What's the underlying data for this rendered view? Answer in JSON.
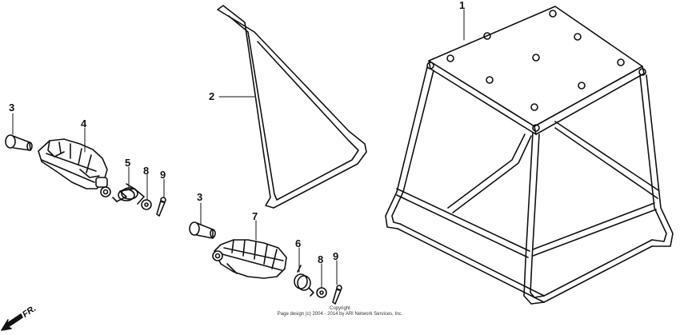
{
  "callouts": [
    {
      "id": "1",
      "label": "1"
    },
    {
      "id": "2",
      "label": "2"
    },
    {
      "id": "3a",
      "label": "3"
    },
    {
      "id": "4",
      "label": "4"
    },
    {
      "id": "5",
      "label": "5"
    },
    {
      "id": "8a",
      "label": "8"
    },
    {
      "id": "9a",
      "label": "9"
    },
    {
      "id": "3b",
      "label": "3"
    },
    {
      "id": "7",
      "label": "7"
    },
    {
      "id": "6",
      "label": "6"
    },
    {
      "id": "8b",
      "label": "8"
    },
    {
      "id": "9b",
      "label": "9"
    }
  ],
  "direction_label": "FR.",
  "copyright": {
    "line1": "Copyright",
    "line2": "Page design (c) 2004 - 2014 by ARI Network Services, Inc."
  },
  "icons": {
    "direction_arrow": "front-direction-arrow-icon"
  }
}
